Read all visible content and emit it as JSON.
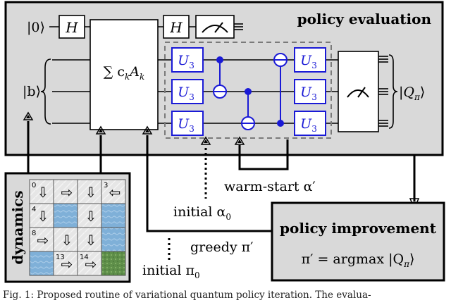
{
  "policy_evaluation": {
    "title": "policy evaluation",
    "ket_zero": "|0⟩",
    "ket_b": "|b⟩",
    "ket_q": "|Q",
    "ket_q_sub": "π",
    "ket_q_close": "⟩",
    "h_gate": "H",
    "lcu_sum": "∑ c",
    "lcu_k": "k",
    "lcu_a": "A",
    "lcu_k2": "k",
    "u3_label": "U",
    "u3_sub": "3"
  },
  "dynamics": {
    "label": "dynamics",
    "cells": [
      {
        "num": "0",
        "arrow": "⇩",
        "kind": "grey"
      },
      {
        "num": "",
        "arrow": "⇨",
        "kind": "grey"
      },
      {
        "num": "",
        "arrow": "⇩",
        "kind": "grey"
      },
      {
        "num": "3",
        "arrow": "⇦",
        "kind": "grey"
      },
      {
        "num": "4",
        "arrow": "⇩",
        "kind": "grey"
      },
      {
        "num": "",
        "arrow": "",
        "kind": "water"
      },
      {
        "num": "",
        "arrow": "⇩",
        "kind": "grey"
      },
      {
        "num": "",
        "arrow": "",
        "kind": "water"
      },
      {
        "num": "8",
        "arrow": "⇨",
        "kind": "grey"
      },
      {
        "num": "",
        "arrow": "⇩",
        "kind": "grey"
      },
      {
        "num": "",
        "arrow": "⇩",
        "kind": "grey"
      },
      {
        "num": "",
        "arrow": "",
        "kind": "water"
      },
      {
        "num": "",
        "arrow": "",
        "kind": "water"
      },
      {
        "num": "13",
        "arrow": "⇨",
        "kind": "grey"
      },
      {
        "num": "14",
        "arrow": "⇨",
        "kind": "grey"
      },
      {
        "num": "",
        "arrow": "",
        "kind": "goal"
      }
    ]
  },
  "labels": {
    "warm_start": "warm-start α′",
    "initial_alpha": "initial α",
    "initial_alpha_sub": "0",
    "greedy": "greedy π′",
    "initial_pi": "initial π",
    "initial_pi_sub": "0"
  },
  "policy_improvement": {
    "title": "policy improvement",
    "formula": "π′ = argmax |Q",
    "formula_sub": "π",
    "formula_close": "⟩"
  },
  "caption": "Fig. 1: Proposed routine of variational quantum policy iteration. The evalua-",
  "colors": {
    "panel_fill": "#d9d9d9",
    "gate_blue": "#1a1ad6",
    "water": "#7fb0d8",
    "goal": "#5f8f4a",
    "tile": "#e6e6e6",
    "dashed": "#7a7a7a"
  }
}
